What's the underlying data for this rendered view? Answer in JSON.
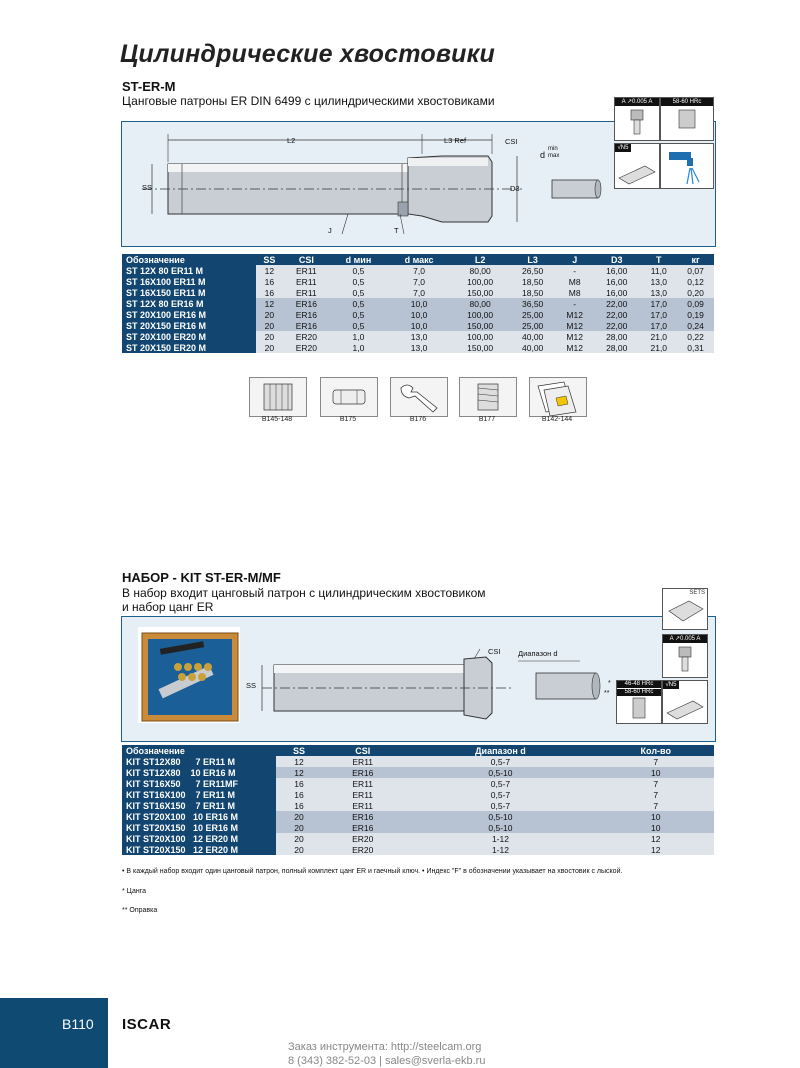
{
  "page": {
    "title": "Цилиндрические хвостовики",
    "page_number": "B110",
    "brand": "ISCAR",
    "contact_line1": "Заказ инструмента: http://steelcam.org",
    "contact_line2": "8 (343) 382-52-03  |  sales@sverla-ekb.ru"
  },
  "section1": {
    "code": "ST-ER-M",
    "description": "Цанговые патроны ER DIN 6499 с цилиндрическими хвостовиками",
    "drawing_labels": {
      "l2": "L2",
      "l3": "L3 Ref",
      "csi": "CSI",
      "ss": "SS",
      "d3": "D3",
      "j": "J",
      "t": "T",
      "d": "d",
      "dmin": "min",
      "dmax": "max"
    },
    "icons": {
      "runout": "A ↗0.005 A",
      "hardness": "58-60 HRc",
      "n5": "√N5"
    },
    "table": {
      "headers": [
        "Обозначение",
        "SS",
        "CSI",
        "d мин",
        "d макс",
        "L2",
        "L3",
        "J",
        "D3",
        "T",
        "кг"
      ],
      "rows": [
        [
          "ST 12X 80 ER11 M",
          "12",
          "ER11",
          "0,5",
          "7,0",
          "80,00",
          "26,50",
          "-",
          "16,00",
          "11,0",
          "0,07"
        ],
        [
          "ST 16X100 ER11 M",
          "16",
          "ER11",
          "0,5",
          "7,0",
          "100,00",
          "18,50",
          "M8",
          "16,00",
          "13,0",
          "0,12"
        ],
        [
          "ST 16X150 ER11 M",
          "16",
          "ER11",
          "0,5",
          "7,0",
          "150,00",
          "18,50",
          "M8",
          "16,00",
          "13,0",
          "0,20"
        ],
        [
          "ST 12X 80 ER16 M",
          "12",
          "ER16",
          "0,5",
          "10,0",
          "80,00",
          "36,50",
          "-",
          "22,00",
          "17,0",
          "0,09"
        ],
        [
          "ST 20X100 ER16 M",
          "20",
          "ER16",
          "0,5",
          "10,0",
          "100,00",
          "25,00",
          "M12",
          "22,00",
          "17,0",
          "0,19"
        ],
        [
          "ST 20X150 ER16 M",
          "20",
          "ER16",
          "0,5",
          "10,0",
          "150,00",
          "25,00",
          "M12",
          "22,00",
          "17,0",
          "0,24"
        ],
        [
          "ST 20X100 ER20 M",
          "20",
          "ER20",
          "1,0",
          "13,0",
          "100,00",
          "40,00",
          "M12",
          "28,00",
          "21,0",
          "0,22"
        ],
        [
          "ST 20X150 ER20 M",
          "20",
          "ER20",
          "1,0",
          "13,0",
          "150,00",
          "40,00",
          "M12",
          "28,00",
          "21,0",
          "0,31"
        ]
      ]
    },
    "accessories": [
      "B145-148",
      "B175",
      "B176",
      "B177",
      "B142-144"
    ]
  },
  "section2": {
    "code": "НАБОР - KIT ST-ER-M/MF",
    "description_line1": "В набор входит  цанговый патрон с цилиндрическим хвостовиком",
    "description_line2": "и набор цанг ER",
    "drawing_labels": {
      "ss": "SS",
      "csi": "CSI",
      "range": "Диапазон d"
    },
    "icons": {
      "sets": "SETS",
      "runout": "A ↗0.005 A",
      "hardness1": "46-48 HRc",
      "hardness2": "58-60 HRc",
      "n5": "√N5",
      "star1": "*",
      "star2": "**"
    },
    "table": {
      "headers": [
        "Обозначение",
        "SS",
        "CSI",
        "Диапазон d",
        "Кол-во"
      ],
      "rows": [
        [
          "KIT ST12X80      7 ER11 M",
          "12",
          "ER11",
          "0,5-7",
          "7"
        ],
        [
          "KIT ST12X80    10 ER16 M",
          "12",
          "ER16",
          "0,5-10",
          "10"
        ],
        [
          "KIT ST16X50      7 ER11MF",
          "16",
          "ER11",
          "0,5-7",
          "7"
        ],
        [
          "KIT ST16X100    7 ER11 M",
          "16",
          "ER11",
          "0,5-7",
          "7"
        ],
        [
          "KIT ST16X150    7 ER11 M",
          "16",
          "ER11",
          "0,5-7",
          "7"
        ],
        [
          "KIT ST20X100   10 ER16 M",
          "20",
          "ER16",
          "0,5-10",
          "10"
        ],
        [
          "KIT ST20X150   10 ER16 M",
          "20",
          "ER16",
          "0,5-10",
          "10"
        ],
        [
          "KIT ST20X100   12 ER20 M",
          "20",
          "ER20",
          "1-12",
          "12"
        ],
        [
          "KIT ST20X150   12 ER20 M",
          "20",
          "ER20",
          "1-12",
          "12"
        ]
      ]
    },
    "note": "• В каждый набор входит один цанговый патрон, полный комплект цанг ER и гаечный ключ.  • Индекс \"F\" в обозначении указывает на хвостовик с лыской.",
    "legend1": "* Цанга",
    "legend2": "** Оправка"
  }
}
